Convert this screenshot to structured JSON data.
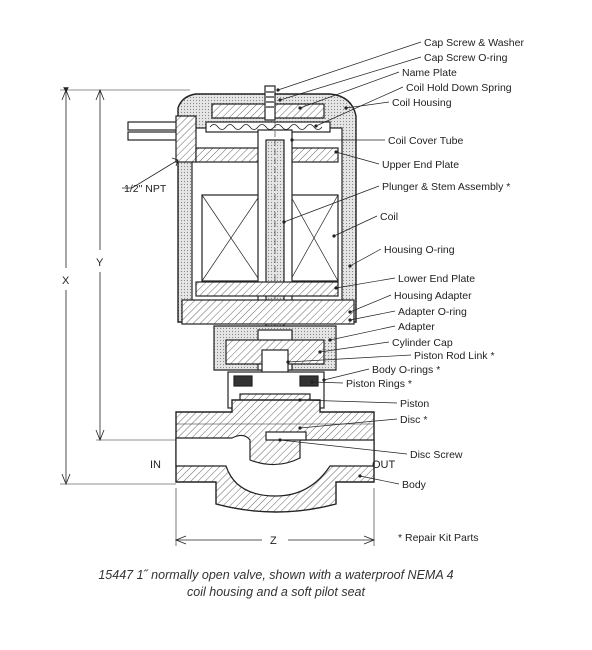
{
  "labels": [
    "Cap Screw & Washer",
    "Cap Screw O-ring",
    "Name Plate",
    "Coil Hold Down Spring",
    "Coil Housing",
    "Coil Cover Tube",
    "Upper End Plate",
    "Plunger & Stem Assembly *",
    "Coil",
    "Housing O-ring",
    "Lower End Plate",
    "Housing Adapter",
    "Adapter O-ring",
    "Adapter",
    "Cylinder Cap",
    "Piston Rod Link *",
    "Body O-rings *",
    "Piston Rings *",
    "Piston",
    "Disc *",
    "Disc Screw",
    "Body"
  ],
  "dimensions": {
    "x": "X",
    "y": "Y",
    "z": "Z",
    "npt": "1/2\" NPT"
  },
  "ports": {
    "inlet": "IN",
    "outlet": "OUT"
  },
  "note": "* Repair Kit Parts",
  "caption": {
    "line1": "15447 1˝ normally open valve,  shown with a waterproof NEMA 4",
    "line2": "coil housing and a soft pilot seat"
  }
}
